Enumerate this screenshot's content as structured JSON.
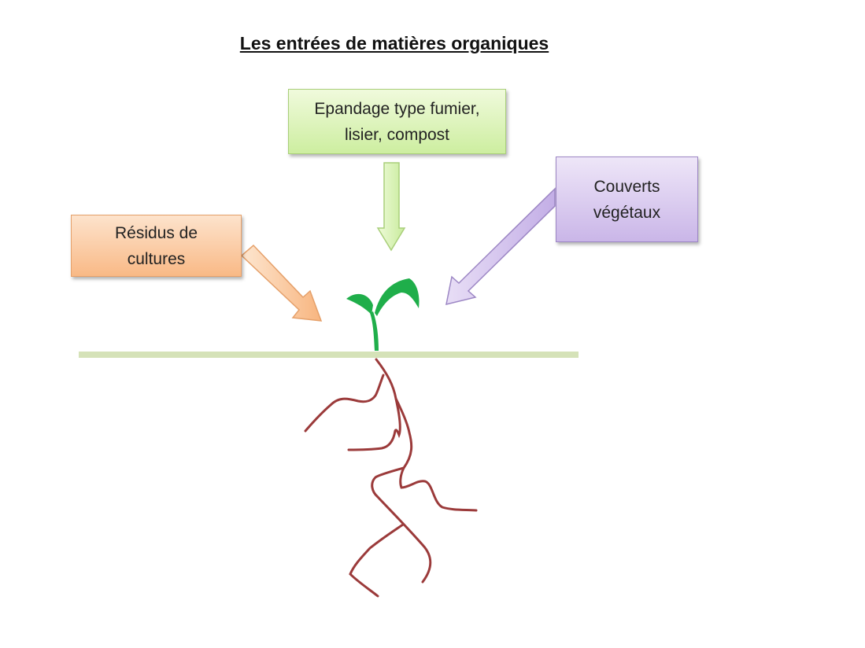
{
  "title": "Les entrées de matières organiques",
  "boxes": {
    "epandage": {
      "line1": "Epandage type fumier,",
      "line2": "lisier, compost"
    },
    "residus": {
      "line1": "Résidus de",
      "line2": "cultures"
    },
    "couverts": {
      "line1": "Couverts",
      "line2": "végétaux"
    }
  },
  "colors": {
    "green": "#cdeea0",
    "orange": "#f9b986",
    "purple": "#cab6e8",
    "soil": "#d5e2b8",
    "root": "#9b3a3a",
    "plant": "#1fae4a"
  }
}
